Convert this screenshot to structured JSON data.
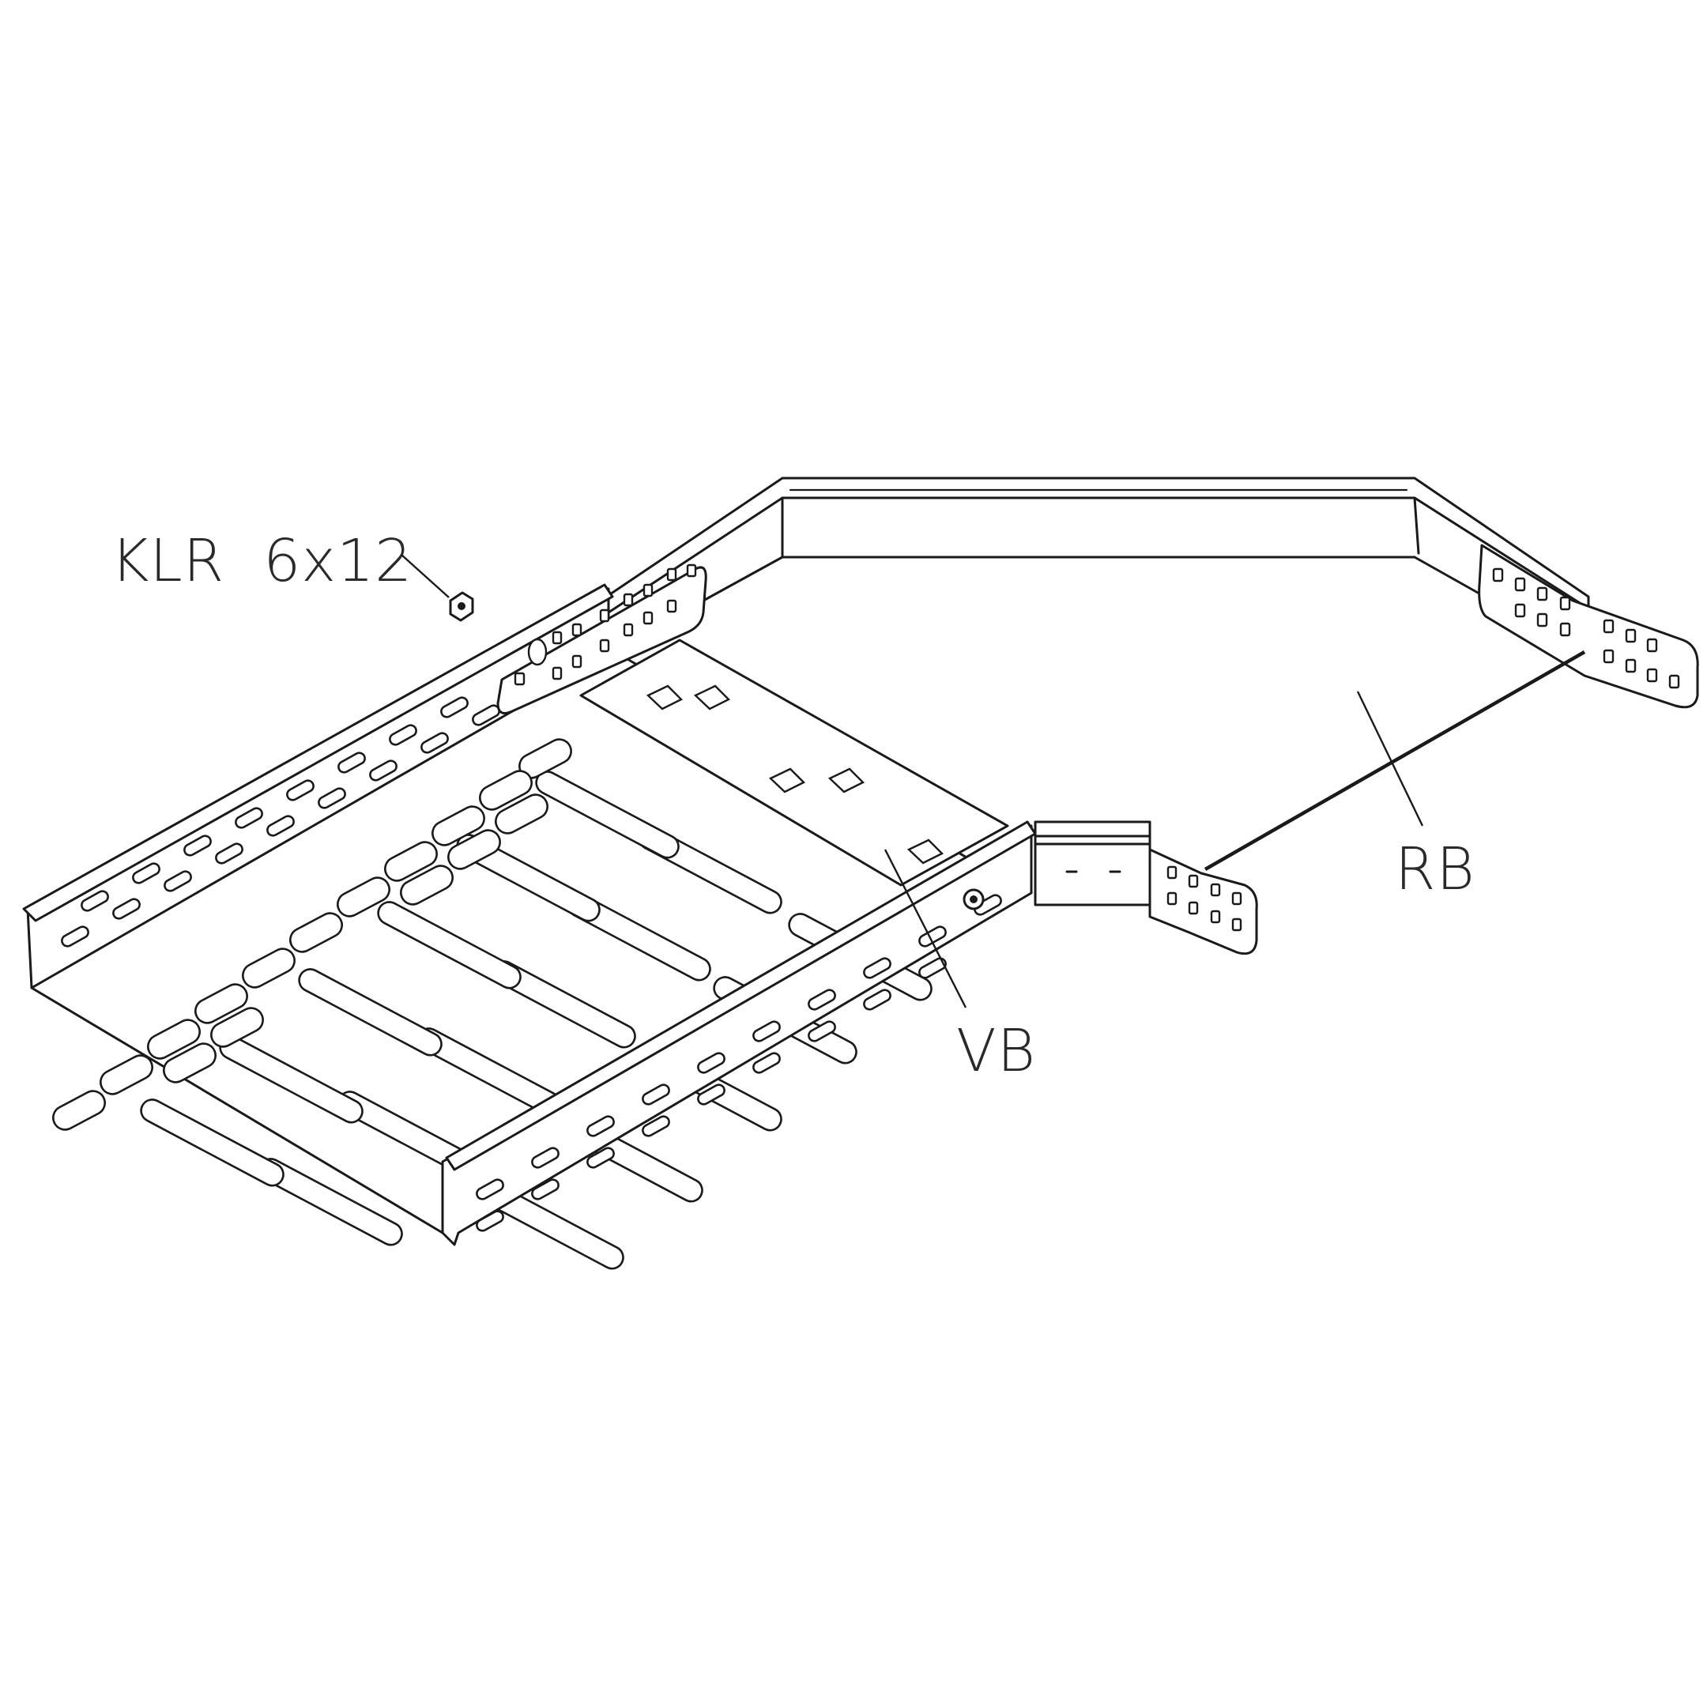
{
  "callouts": {
    "screw": {
      "label": "KLR  6x12"
    },
    "joint_plate": {
      "label": "VB"
    },
    "bend": {
      "label": "RB"
    }
  },
  "colors": {
    "line": "#1a1a1a",
    "background": "#ffffff",
    "text": "#2a2a2a"
  }
}
